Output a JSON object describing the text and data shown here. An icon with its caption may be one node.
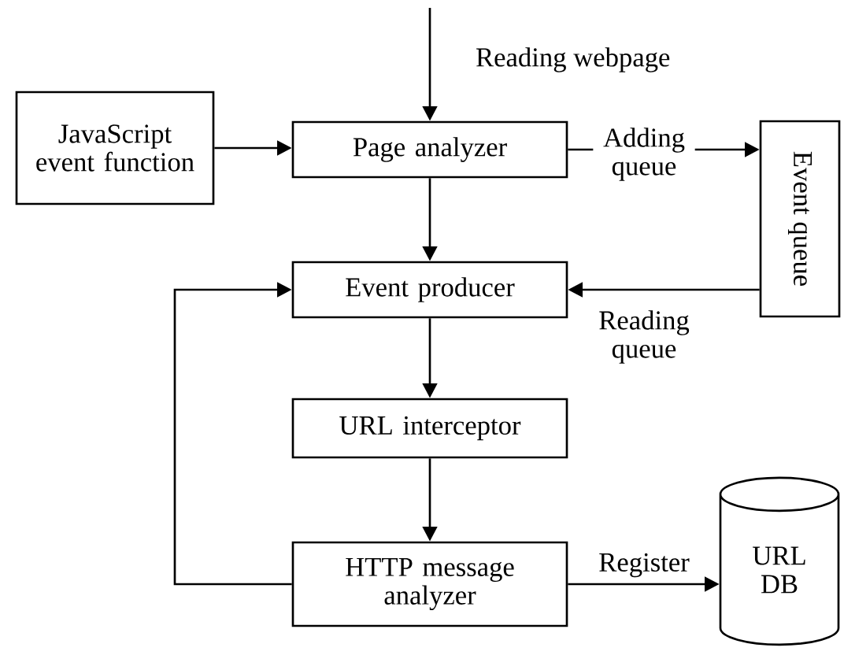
{
  "diagram": {
    "nodes": [
      {
        "text": [
          "JavaScript event function"
        ]
      },
      {
        "text": [
          "Page analyzer"
        ]
      },
      {
        "text": [
          "Event queue"
        ]
      },
      {
        "text": [
          "Event producer"
        ]
      },
      {
        "text": [
          "URL interceptor"
        ]
      },
      {
        "text": [
          "HTTP message analyzer"
        ]
      },
      {
        "text": [
          "URL DB"
        ]
      }
    ],
    "edges": [
      {
        "from": null,
        "to": 1,
        "arrow": "to",
        "label": "Reading webpage"
      },
      {
        "from": 0,
        "to": 1,
        "arrow": "to"
      },
      {
        "from": 1,
        "to": 2,
        "arrow": "to",
        "label": "Adding queue"
      },
      {
        "from": 1,
        "to": 3,
        "arrow": "to"
      },
      {
        "from": 2,
        "to": 3,
        "arrow": "to",
        "label": "Reading queue"
      },
      {
        "from": 3,
        "to": 4,
        "arrow": "to"
      },
      {
        "from": 4,
        "to": 5,
        "arrow": "to"
      },
      {
        "from": 5,
        "to": 6,
        "arrow": "to",
        "label": "Register"
      },
      {
        "from": 5,
        "to": 3,
        "arrow": "to"
      }
    ]
  }
}
